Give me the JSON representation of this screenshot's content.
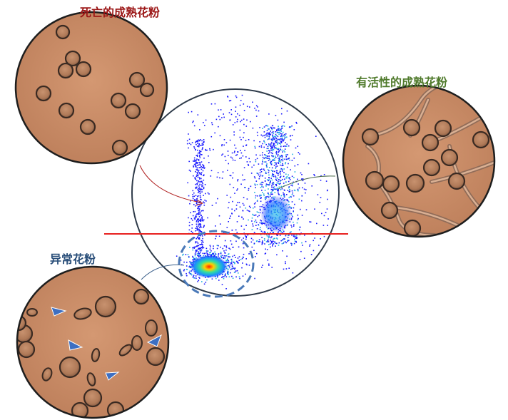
{
  "labels": {
    "dead": "死亡的成熟花粉",
    "viable": "有活性的成熟花粉",
    "abnormal": "异常花粉"
  },
  "colors": {
    "dead_label": "#9b1515",
    "viable_label": "#4f7a2b",
    "abnormal_label": "#2a4f7a",
    "micrograph_bg": "#c98b66",
    "cell_edge": "#3a2a22",
    "threshold_line": "#e8201f",
    "gate_circle": "#4a79b8",
    "arrowhead": "#3d6fc2",
    "scatter_low": "#1a1aff",
    "scatter_mid": "#20b0e0",
    "scatter_high": "#ff2000"
  }
}
